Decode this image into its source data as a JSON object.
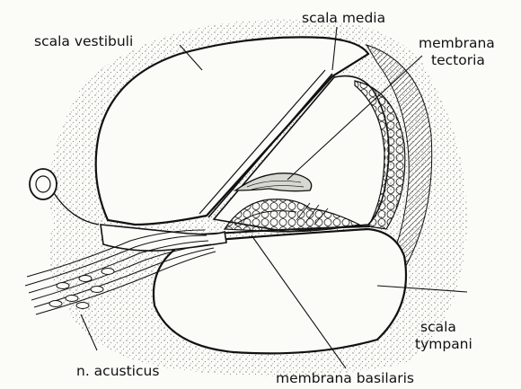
{
  "labels": {
    "scala_vestibuli": "scala vestibuli",
    "scala_media": "scala media",
    "membrana_tectoria_line1": "membrana",
    "membrana_tectoria_line2": "tectoria",
    "scala_tympani_line1": "scala",
    "scala_tympani_line2": "tympani",
    "n_acusticus": "n. acusticus",
    "membrana_basilaris": "membrana basilaris"
  },
  "colors": {
    "ink": "#111111",
    "paper": "#fbfbf8",
    "stipple": "#555555"
  }
}
